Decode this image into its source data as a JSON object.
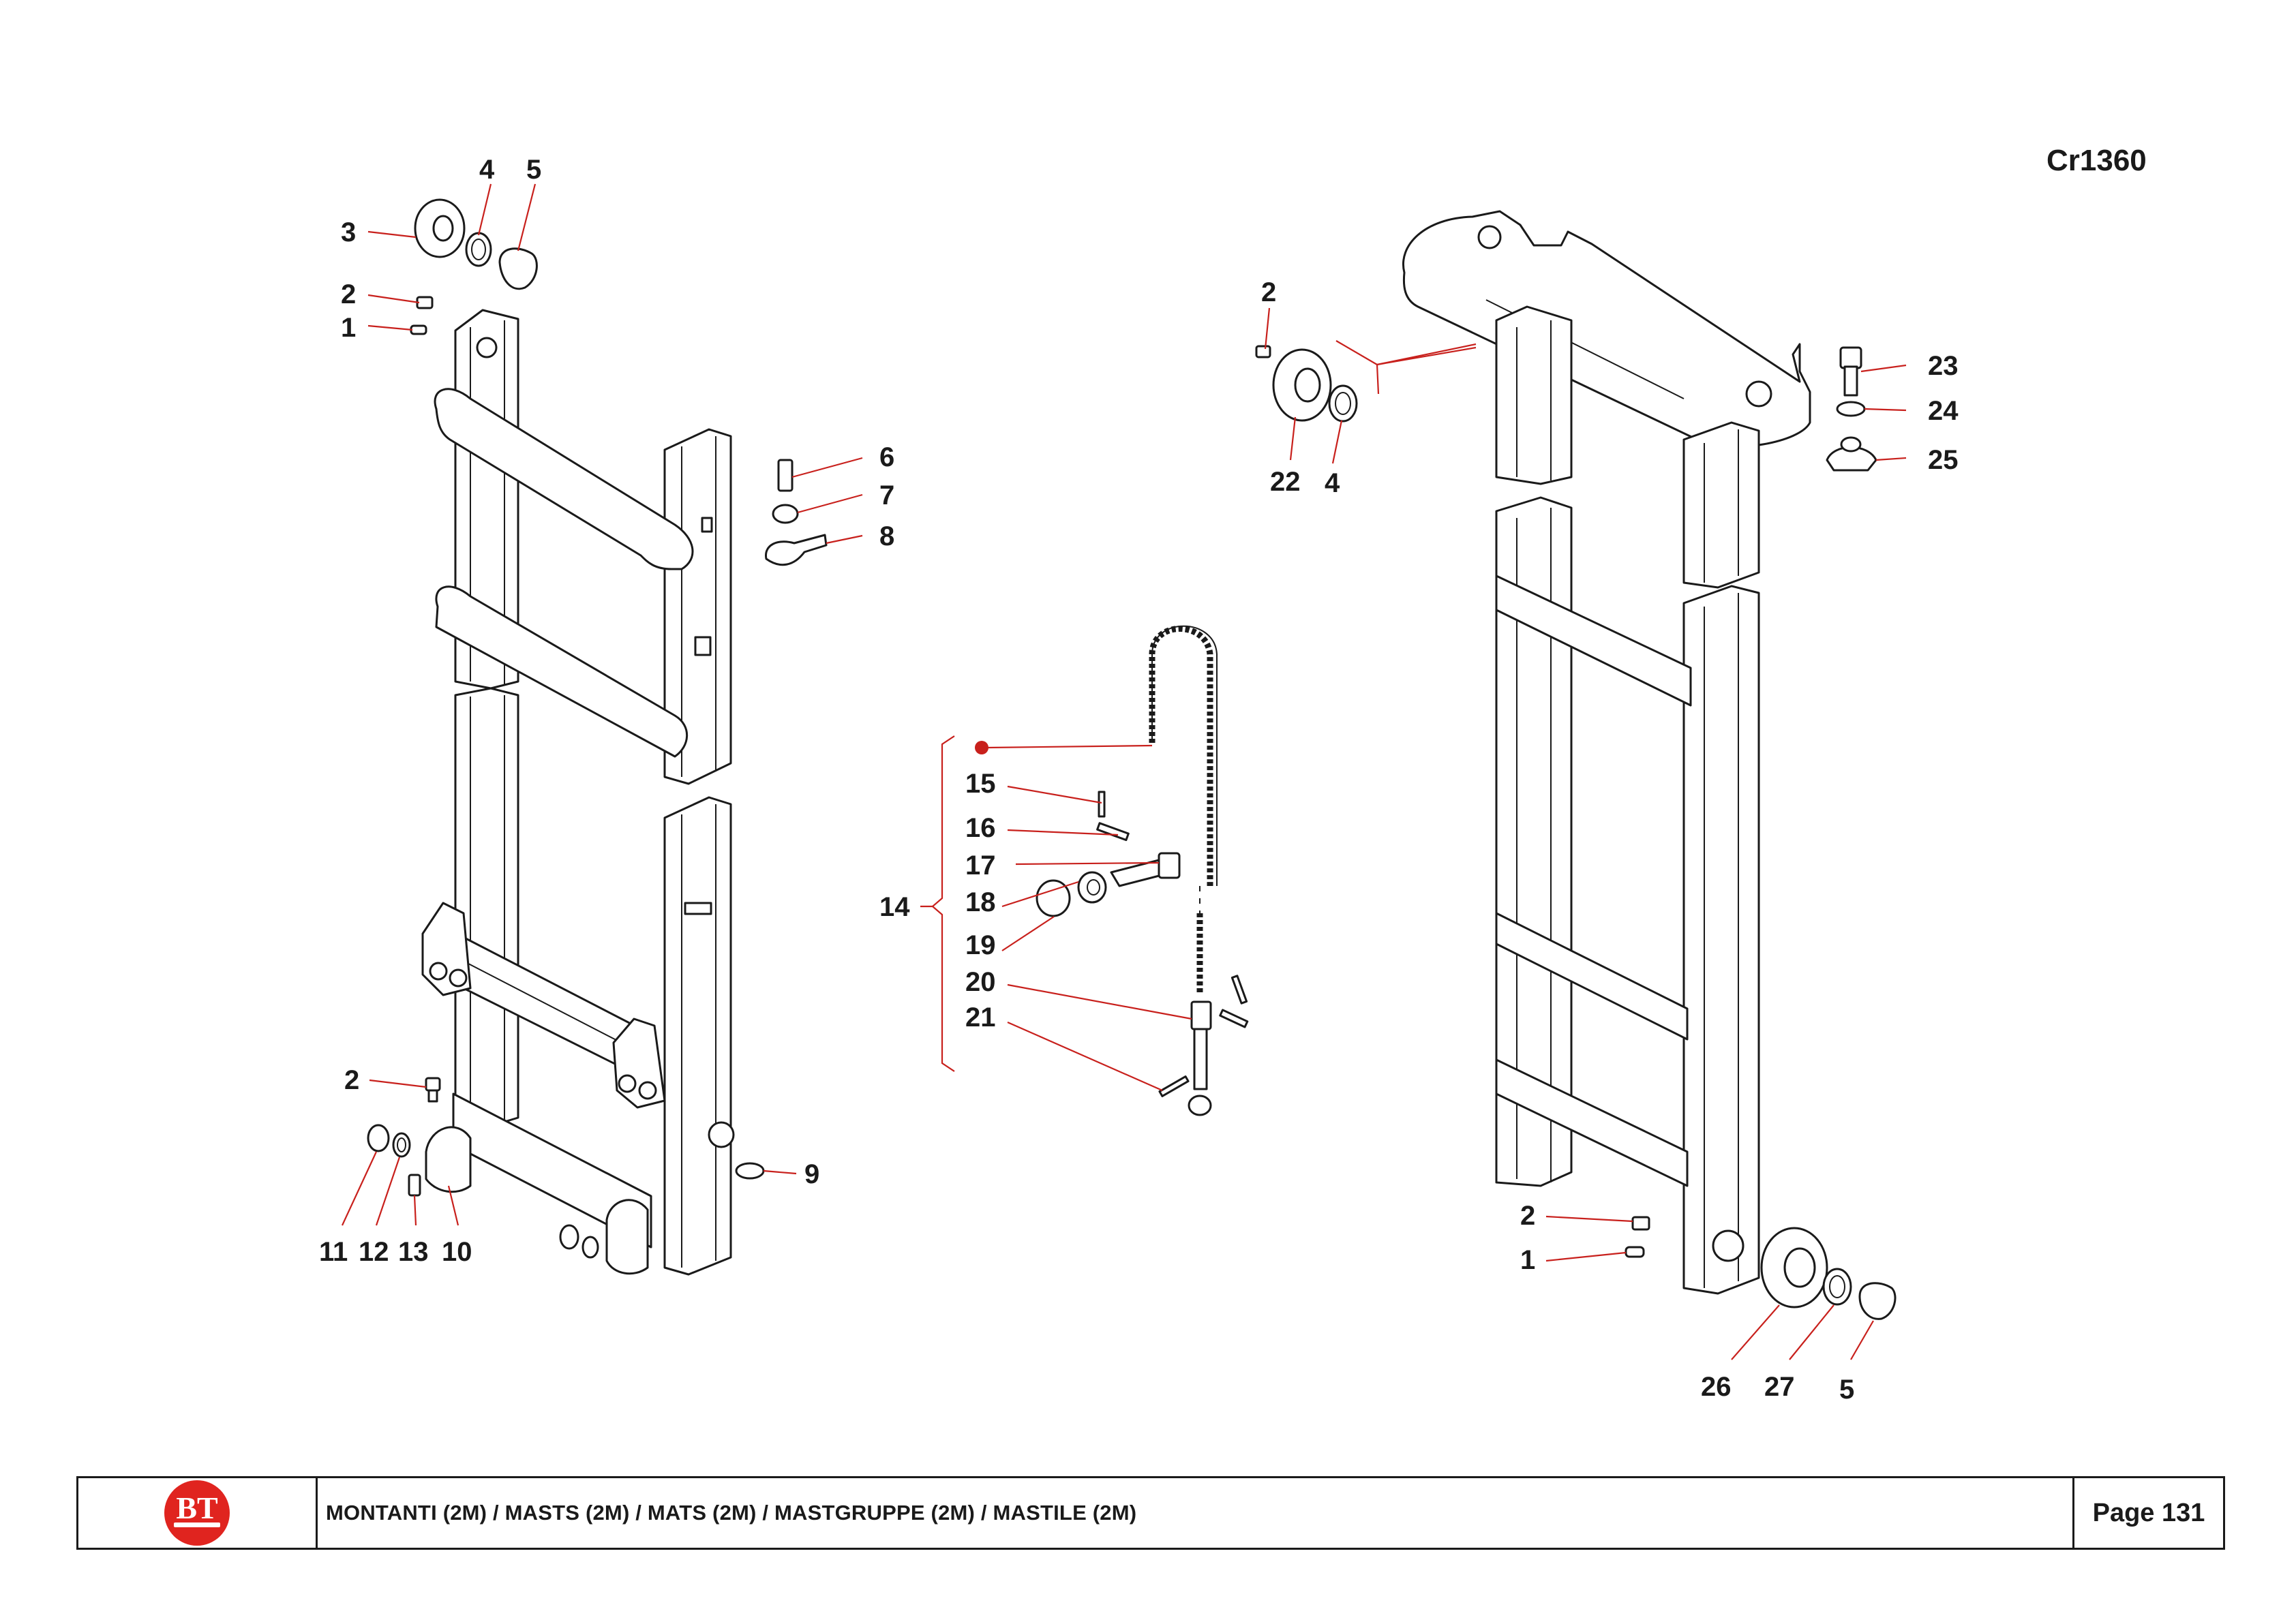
{
  "drawing_ref": "Cr1360",
  "callouts": {
    "c1a": "1",
    "c2a": "2",
    "c3": "3",
    "c4a": "4",
    "c5a": "5",
    "c6": "6",
    "c7": "7",
    "c8": "8",
    "c9": "9",
    "c10": "10",
    "c11": "11",
    "c12": "12",
    "c13": "13",
    "c2b": "2",
    "c14": "14",
    "c15": "15",
    "c16": "16",
    "c17": "17",
    "c18": "18",
    "c19": "19",
    "c20": "20",
    "c21": "21",
    "c2c": "2",
    "c22": "22",
    "c4b": "4",
    "c23": "23",
    "c24": "24",
    "c25": "25",
    "c2d": "2",
    "c1b": "1",
    "c26": "26",
    "c27": "27",
    "c5b": "5"
  },
  "title_block": {
    "logo_letters": "BT",
    "description": "MONTANTI (2M) / MASTS (2M) / MATS (2M) / MASTGRUPPE (2M) / MASTILE (2M)",
    "page": "Page 131"
  },
  "colors": {
    "leader": "#c8201c",
    "logo": "#e0241f",
    "ink": "#1a1a1a"
  }
}
